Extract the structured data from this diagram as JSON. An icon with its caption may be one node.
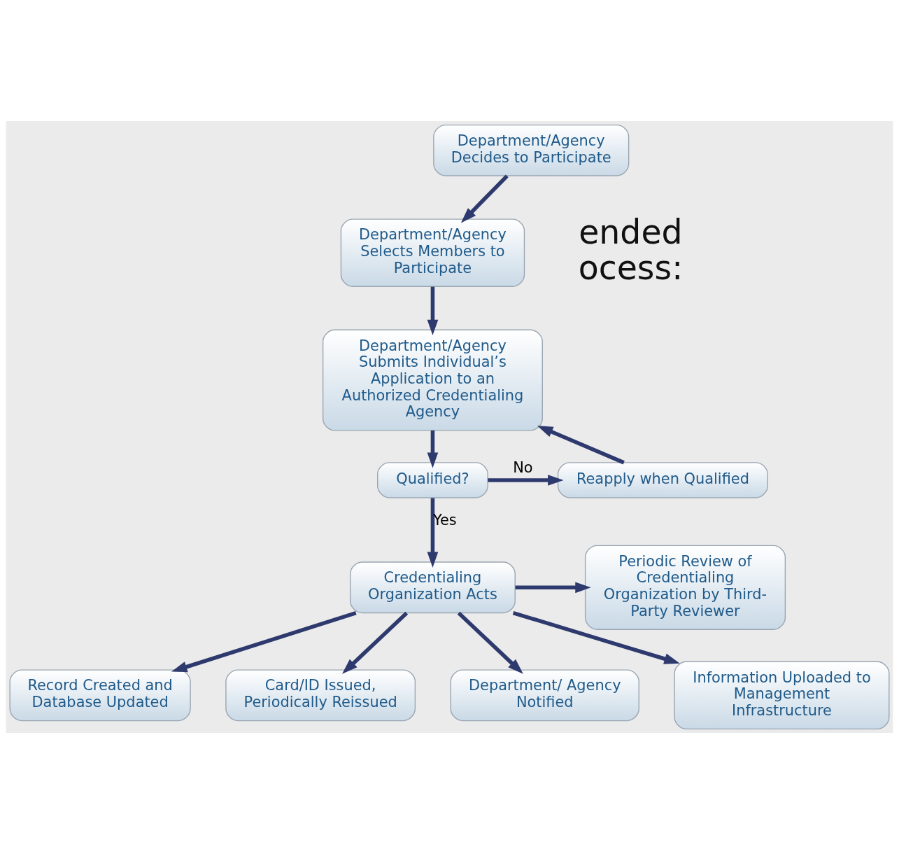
{
  "diagram": {
    "nodes": [
      {
        "text": [
          "Department/Agency Decides to Participate"
        ]
      },
      {
        "text": [
          "Department/Agency Selects Members to Participate"
        ]
      },
      {
        "text": [
          "Department/Agency Submits Individual’s Application to an Authorized Credentialing Agency"
        ]
      },
      {
        "text": [
          "Qualified?"
        ]
      },
      {
        "text": [
          "Reapply when Qualified"
        ]
      },
      {
        "text": [
          "Periodic Review of Credentialing Organization by Third-Party Reviewer"
        ]
      },
      {
        "text": [
          "Credentialing Organization Acts"
        ]
      },
      {
        "text": [
          "Record Created and Database Updated"
        ]
      },
      {
        "text": [
          "Card/ID Issued, Periodically Reissued"
        ]
      },
      {
        "text": [
          "Department/ Agency Notified"
        ]
      },
      {
        "text": [
          "Information Uploaded to Management Infrastructure"
        ]
      }
    ],
    "edges": [
      {
        "from": 0,
        "to": 1,
        "arrow": "to"
      },
      {
        "from": 1,
        "to": 2,
        "arrow": "to"
      },
      {
        "from": 2,
        "to": 3,
        "arrow": "to"
      },
      {
        "from": 3,
        "to": 4,
        "arrow": "to",
        "label": "No"
      },
      {
        "from": 4,
        "to": 2,
        "arrow": "to"
      },
      {
        "from": 3,
        "to": 6,
        "arrow": "to",
        "label": "Yes"
      },
      {
        "from": 6,
        "to": 5,
        "arrow": "to"
      },
      {
        "from": 6,
        "to": 7,
        "arrow": "to"
      },
      {
        "from": 6,
        "to": 8,
        "arrow": "to"
      },
      {
        "from": 6,
        "to": 9,
        "arrow": "to"
      },
      {
        "from": 6,
        "to": 10,
        "arrow": "to"
      }
    ],
    "labels": [
      "ended",
      "ocess:"
    ]
  }
}
